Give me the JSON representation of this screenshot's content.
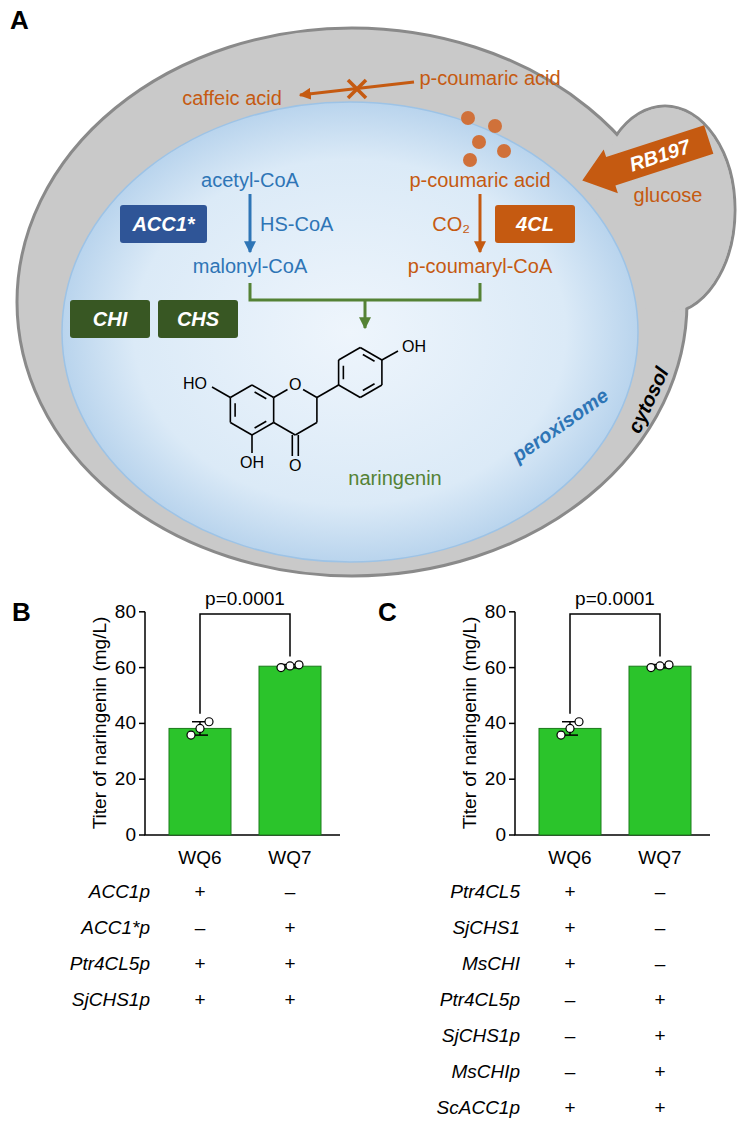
{
  "diagram": {
    "nodes": [
      {
        "text": [
          "cytosol"
        ]
      },
      {
        "text": [
          "peroxisome"
        ],
        "in": 0
      },
      {
        "text": [
          "ACC1*"
        ],
        "in": 1
      },
      {
        "text": [
          "4CL"
        ],
        "in": 1
      },
      {
        "text": [
          "CHI"
        ],
        "in": 1
      },
      {
        "text": [
          "CHS"
        ],
        "in": 1
      },
      {
        "text": [
          "RB197"
        ]
      }
    ],
    "labels": [
      "A",
      "caffeic acid",
      "p-coumaric acid",
      "glucose",
      "acetyl-CoA",
      "p-coumaric acid",
      "HS-CoA",
      "CO₂",
      "malonyl-CoA",
      "p-coumaryl-CoA",
      "HO",
      "O",
      "OH",
      "OH",
      "O",
      "naringenin",
      "B",
      "80",
      "60",
      "40",
      "20",
      "0",
      "Titer of naringenin (mg/L)",
      "p=0.0001",
      "WQ6",
      "WQ7",
      "ACC1p",
      "+",
      "–",
      "ACC1*p",
      "–",
      "+",
      "Ptr4CL5p",
      "+",
      "+",
      "SjCHS1p",
      "+",
      "+",
      "C",
      "80",
      "60",
      "40",
      "20",
      "0",
      "Titer of naringenin (mg/L)",
      "p=0.0001",
      "WQ6",
      "WQ7",
      "Ptr4CL5",
      "+",
      "–",
      "SjCHS1",
      "+",
      "–",
      "MsCHI",
      "+",
      "–",
      "Ptr4CL5p",
      "–",
      "+",
      "SjCHS1p",
      "–",
      "+",
      "MsCHIp",
      "–",
      "+",
      "ScACC1p",
      "+",
      "+"
    ]
  }
}
